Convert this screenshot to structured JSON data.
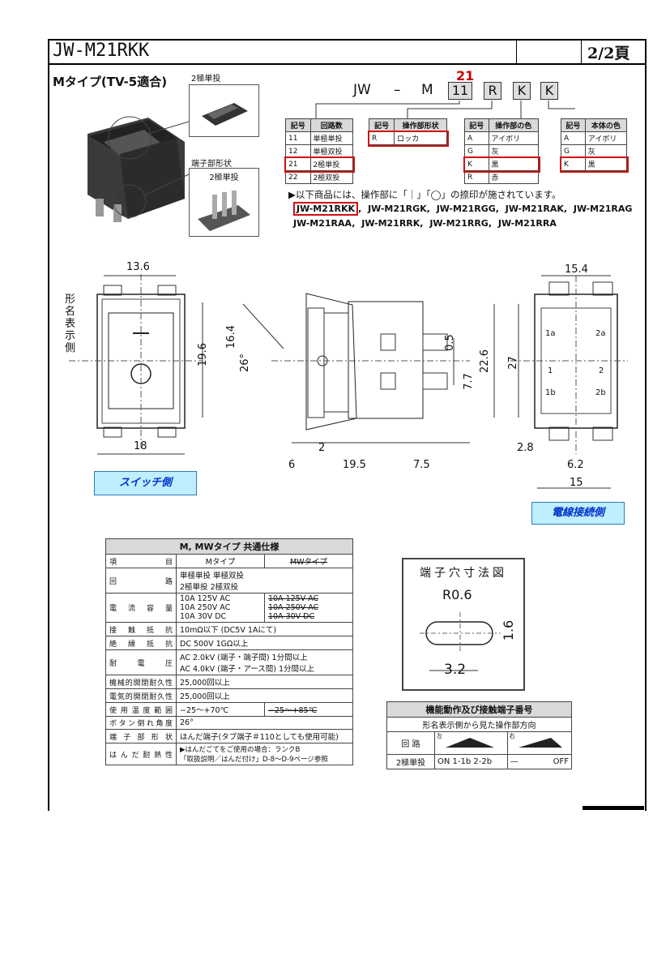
{
  "header": {
    "title": "JW-M21RKK",
    "page": "2/2頁"
  },
  "mtype": {
    "title": "Mタイプ(TV-5適合)",
    "pole_label": "2極単投",
    "terminal_label": "端子部形状",
    "terminal_sub": "2極単投"
  },
  "code": {
    "prefix_jw": "JW",
    "dash": "–",
    "m": "M",
    "c1": "11",
    "c2": "R",
    "c3": "K",
    "c4": "K",
    "red": "21"
  },
  "tables": {
    "circuits": {
      "headers": [
        "記号",
        "回路数"
      ],
      "rows": [
        [
          "11",
          "単極単投"
        ],
        [
          "12",
          "単極双投"
        ],
        [
          "21",
          "2極単投"
        ],
        [
          "22",
          "2極双投"
        ]
      ]
    },
    "operation": {
      "headers": [
        "記号",
        "操作部形状"
      ],
      "rows": [
        [
          "R",
          "ロッカ"
        ]
      ]
    },
    "opcolor": {
      "headers": [
        "記号",
        "操作部の色"
      ],
      "rows": [
        [
          "A",
          "アイボリ"
        ],
        [
          "G",
          "灰"
        ],
        [
          "K",
          "黒"
        ],
        [
          "R",
          "赤"
        ]
      ]
    },
    "bodycolor": {
      "headers": [
        "記号",
        "本体の色"
      ],
      "rows": [
        [
          "A",
          "アイボリ"
        ],
        [
          "G",
          "灰"
        ],
        [
          "K",
          "黒"
        ]
      ]
    }
  },
  "notes": {
    "line": "▶以下商品には、操作部に「｜」「◯」の捺印が施されています。"
  },
  "models": [
    "JW-M21RKK",
    "JW-M21RGK",
    "JW-M21RGG",
    "JW-M21RAK",
    "JW-M21RAG",
    "JW-M21RAA",
    "JW-M21RRK",
    "JW-M21RRG",
    "JW-M21RRA"
  ],
  "drawing": {
    "dims": {
      "d136": "13.6",
      "d196": "19.6",
      "d18": "18",
      "d164": "16.4",
      "d26": "26°",
      "d2": "2",
      "d6": "6",
      "d195": "19.5",
      "d75": "7.5",
      "d05": "0.5",
      "d77": "7.7",
      "d226": "22.6",
      "d154": "15.4",
      "d27": "27",
      "d28": "2.8",
      "d62": "6.2",
      "d15": "15"
    },
    "side_label": "形名表示側",
    "term_labels": [
      "1a",
      "2a",
      "1",
      "2",
      "1b",
      "2b"
    ],
    "switch_side": "スイッチ側",
    "wire_side": "電線接続側"
  },
  "common": {
    "title": "M, MWタイプ 共通仕様",
    "rows": [
      {
        "k": "項目",
        "a": "Mタイプ",
        "b": "MWタイプ"
      },
      {
        "k": "回路",
        "a": "単極単投 単極双投\n2極単投 2極双投",
        "b": ""
      },
      {
        "k": "電流容量",
        "a": "10A 125V AC\n10A 250V AC\n10A 30V DC",
        "b": "10A 125V AC\n10A 250V AC\n10A 30V DC"
      },
      {
        "k": "接触抵抗",
        "a": "10mΩ以下 (DC5V 1Aにて)",
        "b": ""
      },
      {
        "k": "絶縁抵抗",
        "a": "DC 500V 1GΩ以上",
        "b": ""
      },
      {
        "k": "耐電圧",
        "a": "AC 2.0kV (端子・端子間) 1分間以上\nAC 4.0kV (端子・アース間) 1分間以上",
        "b": ""
      },
      {
        "k": "機械的開閉耐久性",
        "a": "25,000回以上",
        "b": ""
      },
      {
        "k": "電気的開閉耐久性",
        "a": "25,000回以上",
        "b": ""
      },
      {
        "k": "使用温度範囲",
        "a": "−25〜+70℃",
        "b": "−25〜+85℃"
      },
      {
        "k": "ボタン倒れ角度",
        "a": "26°",
        "b": ""
      },
      {
        "k": "端子部形状",
        "a": "はんだ端子(タブ端子＃110としても使用可能)",
        "b": ""
      },
      {
        "k": "はんだ耐熱性",
        "a": "▶はんだごてをご使用の場合：ランクB\n「取扱説明／はんだ付け」D-8〜D-9ページ参照",
        "b": ""
      }
    ]
  },
  "terminal_hole": {
    "title": "端子穴寸法図",
    "r": "R0.6",
    "h": "1.6",
    "w": "3.2"
  },
  "function": {
    "title": "機能動作及び接触端子番号",
    "subtitle": "形名表示側から見た操作部方向",
    "circuit_label": "回 路",
    "left": "左",
    "right": "右",
    "row_label": "2極単投",
    "on_text": "ON 1-1b 2-2b",
    "off_dash": "—",
    "off_text": "OFF"
  }
}
